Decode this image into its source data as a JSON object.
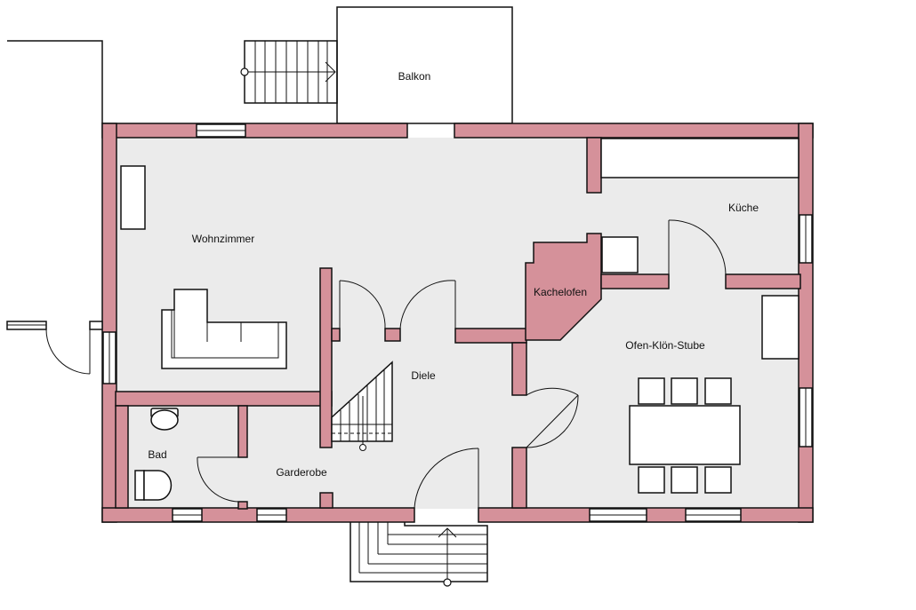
{
  "rooms": {
    "balkon": "Balkon",
    "wohnzimmer": "Wohnzimmer",
    "kueche": "Küche",
    "kachelofen": "Kachelofen",
    "ofen_kloen_stube": "Ofen-Klön-Stube",
    "diele": "Diele",
    "bad": "Bad",
    "garderobe": "Garderobe"
  },
  "colors": {
    "wall": "#d5919a",
    "floor": "#ebebeb",
    "outline": "#111111"
  }
}
